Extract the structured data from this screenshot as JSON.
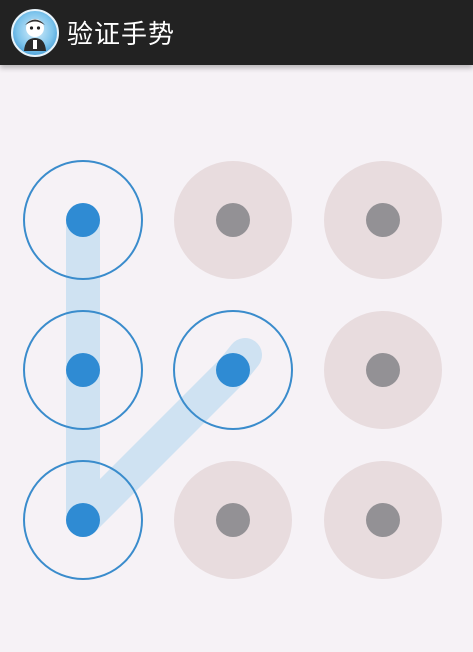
{
  "actionbar": {
    "title": "验证手势",
    "icon": "avatar-app-icon"
  },
  "pattern": {
    "rows": 3,
    "cols": 3,
    "selected": [
      0,
      3,
      6,
      4
    ],
    "colors": {
      "idle_ring": "#e8dcde",
      "idle_dot": "#939195",
      "active_ring": "#3a8ccc",
      "active_dot": "#2f8bd3",
      "path": "#cfe2f2",
      "background": "#f6f2f6"
    }
  }
}
